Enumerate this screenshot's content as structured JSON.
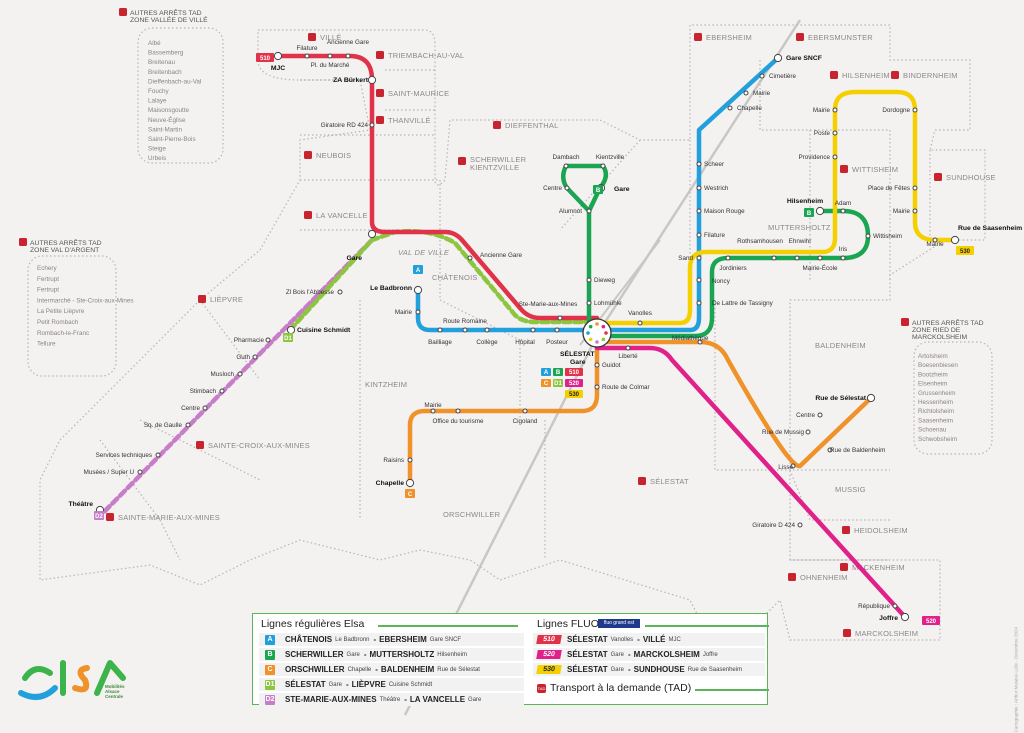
{
  "colors": {
    "line_a": "#22a0dc",
    "line_b": "#1aa552",
    "line_c": "#f0922a",
    "line_d1": "#8cc63f",
    "line_d2": "#c77dc7",
    "l510": "#e0334a",
    "l520": "#e0218a",
    "l530": "#f5d000",
    "tad": "#c8242f"
  },
  "tad_boxes": {
    "ville": {
      "title1": "AUTRES ARRÊTS TAD",
      "title2": "ZONE VALLÉE DE VILLÉ",
      "items": [
        "Albé",
        "Bassemberg",
        "Breitenau",
        "Breitenbach",
        "Dieffenbach-au-Val",
        "Fouchy",
        "Lalaye",
        "Maisonsgoutte",
        "Neuve-Église",
        "Saint-Martin",
        "Saint-Pierre-Bois",
        "Steige",
        "Urbeis"
      ]
    },
    "argent": {
      "title1": "AUTRES ARRÊTS TAD",
      "title2": "ZONE VAL D'ARGENT",
      "items": [
        "Echery",
        "Fertrupt",
        "Fertrupt",
        "Intermarché - Ste-Croix-aux-Mines",
        "La Petite Lièpvre",
        "Petit Rombach",
        "Rombach-le-Franc",
        "Tellure"
      ]
    },
    "ried": {
      "title1": "AUTRES ARRÊTS TAD",
      "title2": "ZONE RIED DE",
      "title3": "MARCKOLSHEIM",
      "items": [
        "Artolsheim",
        "Boesenbiesen",
        "Bootzheim",
        "Elsenheim",
        "Grussenheim",
        "Hessenheim",
        "Richtolsheim",
        "Saasenheim",
        "Schoenau",
        "Schwobsheim"
      ]
    }
  },
  "zones": [
    "VILLÉ",
    "TRIEMBACH-AU-VAL",
    "SAINT-MAURICE",
    "THANVILLÉ",
    "NEUBOIS",
    "DIEFFENTHAL",
    "SCHERWILLER KIENTZVILLE",
    "LA VANCELLE",
    "CHÂTENOIS",
    "LIÈPVRE",
    "KINTZHEIM",
    "SAINTE-CROIX-AUX-MINES",
    "SAINTE-MARIE-AUX-MINES",
    "ORSCHWILLER",
    "SÉLESTAT",
    "EBERSHEIM",
    "EBERSMUNSTER",
    "HILSENHEIM",
    "BINDERNHEIM",
    "WITTISHEIM",
    "SUNDHOUSE",
    "MUTTERSHOLTZ",
    "BALDENHEIM",
    "MUSSIG",
    "HEIDOLSHEIM",
    "MACKENHEIM",
    "OHNENHEIM",
    "MARCKOLSHEIM",
    "VAL DE VILLE"
  ],
  "stops": {
    "l510": [
      "MJC",
      "Filature",
      "Pl. du Marché",
      "Ancienne Gare",
      "ZA Bürkert",
      "Giratoire RD 424",
      "Gare",
      "Ancienne Gare",
      "Ste-Marie-aux-Mines",
      "Vanolles"
    ],
    "a": [
      "Le Badbronn",
      "Mairie",
      "Bailliage",
      "Route Romaine",
      "Collège",
      "Hôpital",
      "Posteur",
      "Noncy",
      "De Lattre de Tassigny",
      "Sand",
      "Filature",
      "Maison Rouge",
      "Westrich",
      "Scheer",
      "Chapelle",
      "Mairie",
      "Cimetière",
      "Gare SNCF"
    ],
    "b": [
      "Gare",
      "Dambach",
      "Kientzville",
      "Centre",
      "Alumnot",
      "Dieweg",
      "Lohmühle",
      "Jordiniers",
      "Rothsamhousen",
      "Ehnwihr",
      "Mairie-École",
      "Iris",
      "Wittisheim",
      "Adam",
      "Hilsenheim"
    ],
    "c": [
      "Guidot",
      "Route de Colmar",
      "Cigoland",
      "Office du tourisme",
      "Mairie",
      "Raisins",
      "Chapelle",
      "Médiathèque",
      "Lisse",
      "Rue de Baldenheim",
      "Rue de Mussig",
      "Centre",
      "Rue de Sélestat"
    ],
    "d": [
      "Zl Bois l'Abbesse",
      "Cuisine Schmidt",
      "Pharmacie",
      "Guth",
      "Musloch",
      "Stimbach",
      "Centre",
      "Sq. de Gaulle",
      "Services techniques",
      "Musées / Super U",
      "Théâtre"
    ],
    "l520": [
      "Liberté",
      "Giratoire D 424",
      "République",
      "Joffre"
    ],
    "l530": [
      "Providence",
      "Poste",
      "Mairie",
      "Dordogne",
      "Place de Fêtes",
      "Mairie",
      "Mairie",
      "Rue de Saasenheim"
    ],
    "hub": [
      "SÉLESTAT",
      "Gare"
    ]
  },
  "line_badges": {
    "a": "A",
    "b": "B",
    "c": "C",
    "d1": "D1",
    "d2": "D2",
    "l510": "510",
    "l520": "520",
    "l530": "530",
    "tad": "TAD"
  },
  "legend": {
    "elsa_title": "Lignes régulières Elsa",
    "fluo_title": "Lignes FLUO",
    "fluo_logo": "fluo grand est",
    "tad_title": "Transport à la demande (TAD)",
    "elsa": [
      {
        "badge": "A",
        "from": "CHÂTENOIS",
        "from_stop": "Le Badbronn",
        "to": "EBERSHEIM",
        "to_stop": "Gare SNCF"
      },
      {
        "badge": "B",
        "from": "SCHERWILLER",
        "from_stop": "Gare",
        "to": "MUTTERSHOLTZ",
        "to_stop": "Hilsenheim"
      },
      {
        "badge": "C",
        "from": "ORSCHWILLER",
        "from_stop": "Chapelle",
        "to": "BALDENHEIM",
        "to_stop": "Rue de Sélestat"
      },
      {
        "badge": "D1",
        "from": "SÉLESTAT",
        "from_stop": "Gare",
        "to": "LIÈPVRE",
        "to_stop": "Cuisine Schmidt"
      },
      {
        "badge": "D2",
        "from": "STE-MARIE-AUX-MINES",
        "from_stop": "Théâtre",
        "to": "LA VANCELLE",
        "to_stop": "Gare"
      }
    ],
    "fluo": [
      {
        "badge": "510",
        "from": "SÉLESTAT",
        "from_stop": "Vanolles",
        "to": "VILLÉ",
        "to_stop": "MJC"
      },
      {
        "badge": "520",
        "from": "SÉLESTAT",
        "from_stop": "Gare",
        "to": "MARCKOLSHEIM",
        "to_stop": "Joffre"
      },
      {
        "badge": "530",
        "from": "SÉLESTAT",
        "from_stop": "Gare",
        "to": "SUNDHOUSE",
        "to_stop": "Rue de Saasenheim"
      }
    ],
    "sep": "-"
  },
  "logo": {
    "name": "elsa",
    "tagline1": "Mobilités",
    "tagline2": "Alsace",
    "tagline3": "Centrale"
  },
  "copyright": "Cartographie : Arthur Malaisé-Lulle - Décembre 2024"
}
